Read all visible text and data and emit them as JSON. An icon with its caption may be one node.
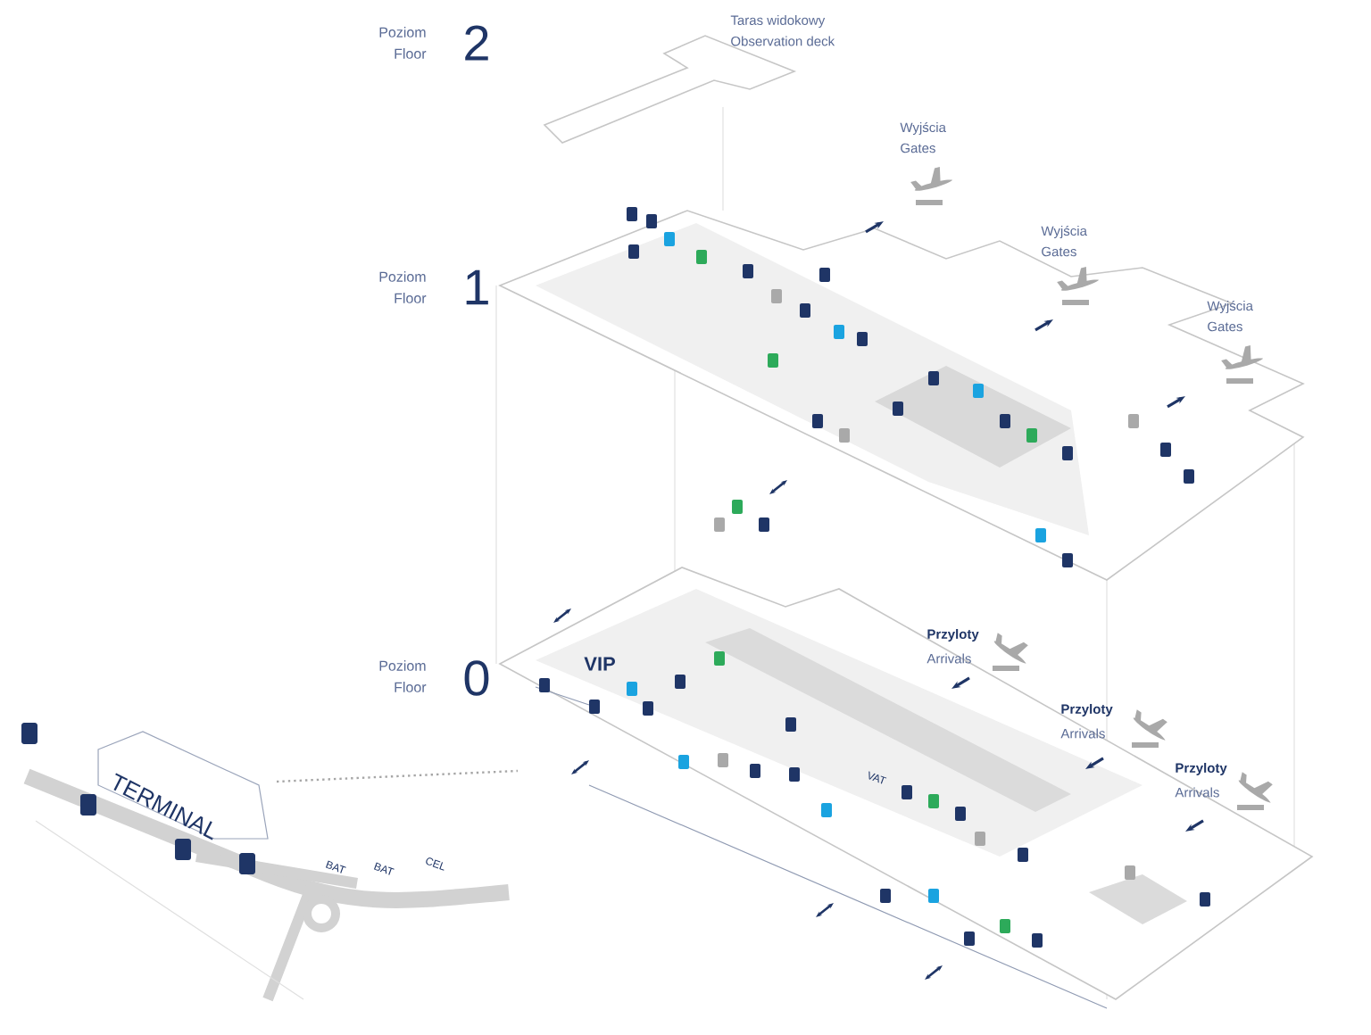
{
  "diagram": {
    "labels": [
      "Poziom",
      "Floor",
      "2",
      "Taras widokowy",
      "Observation deck",
      "Wyjścia",
      "Gates",
      "Wyjścia",
      "Gates",
      "Poziom",
      "Floor",
      "1",
      "Wyjścia",
      "Gates",
      "Przyloty",
      "Arrivals",
      "Poziom",
      "Floor",
      "0",
      "VIP",
      "Przyloty",
      "Arrivals",
      "Przyloty",
      "Arrivals",
      "TERMINAL",
      "VAT",
      "BAT",
      "BAT",
      "CEL"
    ]
  }
}
